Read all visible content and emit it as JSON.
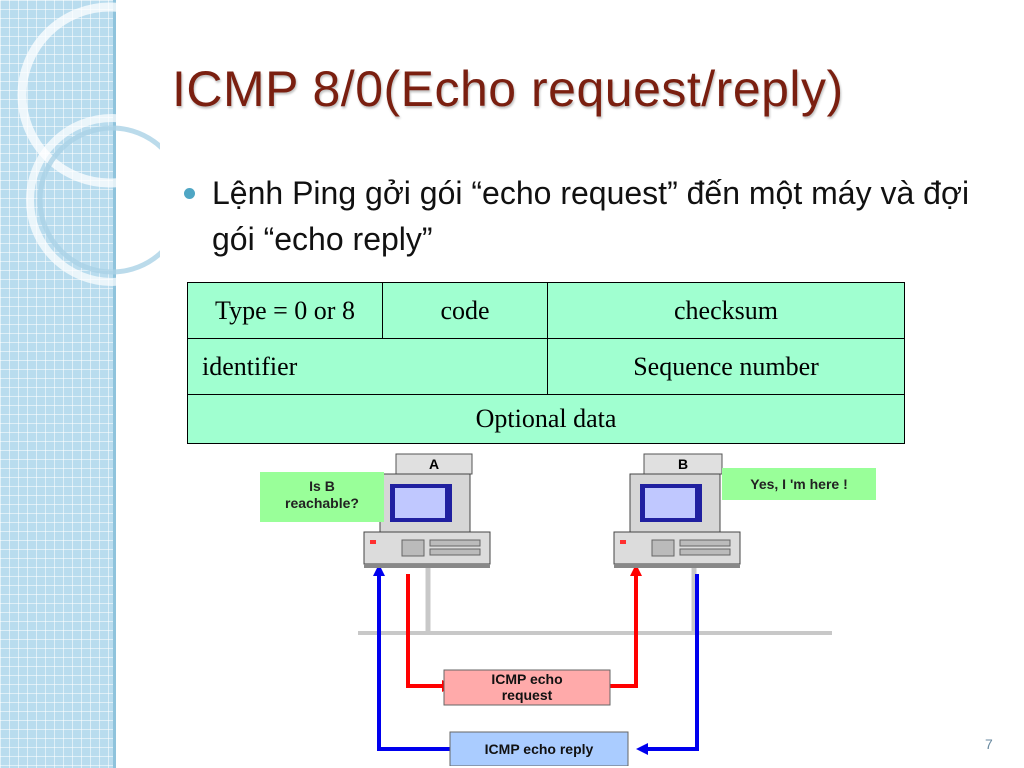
{
  "slide": {
    "title": "ICMP 8/0(Echo request/reply)",
    "bullet": "Lệnh Ping gởi gói “echo request” đến một máy và đợi gói “echo reply”",
    "page_number": "7"
  },
  "icmp_header": {
    "type_field": "Type = 0 or 8",
    "code_field": "code",
    "checksum_field": "checksum",
    "identifier_field": "identifier",
    "sequence_field": "Sequence number",
    "data_field": "Optional data"
  },
  "network_diagram": {
    "host_a": {
      "label": "A",
      "callout": [
        "Is B",
        "reachable?"
      ]
    },
    "host_b": {
      "label": "B",
      "callout": [
        "Yes, I 'm here !"
      ]
    },
    "request_box": [
      "ICMP echo",
      "request"
    ],
    "reply_box": "ICMP echo reply"
  },
  "colors": {
    "title": "#7a1f10",
    "table_fill": "#a0ffd0",
    "callout_fill": "#99ff99",
    "request_fill": "#ffaaaa",
    "reply_fill": "#aaccff",
    "request_line": "#ff0000",
    "reply_line": "#0000ee",
    "bus_line": "#c8c8c8"
  }
}
